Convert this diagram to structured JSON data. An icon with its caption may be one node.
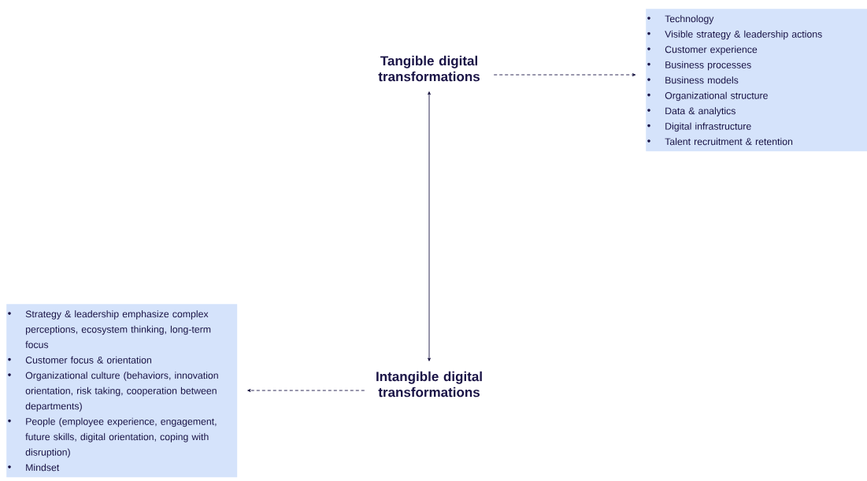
{
  "diagram": {
    "nodes": [
      {
        "text": [
          "Tangible digital transformations"
        ]
      },
      {
        "text": [
          "Technology",
          "Visible strategy & leadership actions",
          "Customer experience",
          "Business processes",
          "Business models",
          "Organizational structure",
          "Data & analytics",
          "Digital infrastructure",
          "Talent recruitment & retention"
        ]
      },
      {
        "text": [
          "Intangible digital transformations"
        ]
      },
      {
        "text": [
          "Strategy & leadership emphasize complex perceptions, ecosystem thinking, long-term focus",
          "Customer focus & orientation",
          "Organizational culture (behaviors, innovation orientation, risk taking, cooperation between departments)",
          "People (employee experience, engagement, future skills, digital orientation, coping with disruption)",
          "Mindset"
        ]
      }
    ],
    "edges": [
      {
        "from": 0,
        "to": 1,
        "arrow": "to",
        "style": "dashed"
      },
      {
        "from": 0,
        "to": 2,
        "arrow": "both"
      },
      {
        "from": 2,
        "to": 3,
        "arrow": "to",
        "style": "dashed"
      }
    ]
  }
}
